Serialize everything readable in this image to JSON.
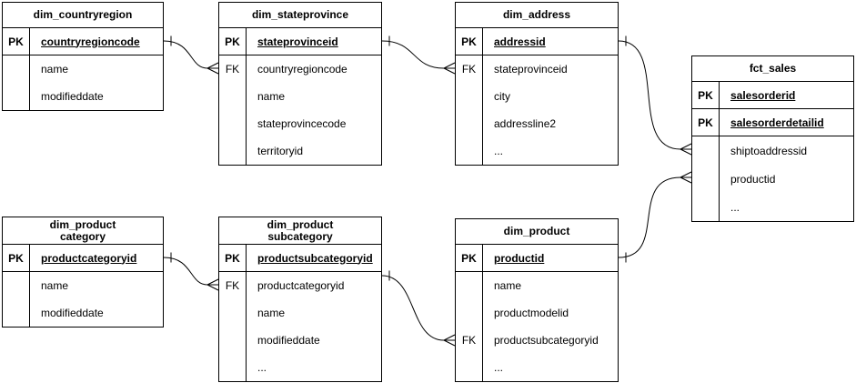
{
  "diagram": {
    "kind": "entity-relationship-diagram",
    "notation": "crows-foot",
    "colors": {
      "background": "#ffffff",
      "stroke": "#000000",
      "text": "#000000"
    }
  },
  "tables": [
    {
      "title": "dim_countryregion",
      "rows": [
        {
          "key": "PK",
          "name": "countryregioncode"
        },
        {
          "key": "",
          "name": "name"
        },
        {
          "key": "",
          "name": "modifieddate"
        }
      ]
    },
    {
      "title": "dim_stateprovince",
      "rows": [
        {
          "key": "PK",
          "name": "stateprovinceid"
        },
        {
          "key": "FK",
          "name": "countryregioncode"
        },
        {
          "key": "",
          "name": "name"
        },
        {
          "key": "",
          "name": "stateprovincecode"
        },
        {
          "key": "",
          "name": "territoryid"
        }
      ]
    },
    {
      "title": "dim_address",
      "rows": [
        {
          "key": "PK",
          "name": "addressid"
        },
        {
          "key": "FK",
          "name": "stateprovinceid"
        },
        {
          "key": "",
          "name": "city"
        },
        {
          "key": "",
          "name": "addressline2"
        },
        {
          "key": "",
          "name": "..."
        }
      ]
    },
    {
      "title": "fct_sales",
      "rows": [
        {
          "key": "PK",
          "name": "salesorderid"
        },
        {
          "key": "PK",
          "name": "salesorderdetailid"
        },
        {
          "key": "",
          "name": "shiptoaddressid"
        },
        {
          "key": "",
          "name": "productid"
        },
        {
          "key": "",
          "name": "..."
        }
      ]
    },
    {
      "title": "dim_product\ncategory",
      "rows": [
        {
          "key": "PK",
          "name": "productcategoryid"
        },
        {
          "key": "",
          "name": "name"
        },
        {
          "key": "",
          "name": "modifieddate"
        }
      ]
    },
    {
      "title": "dim_product\nsubcategory",
      "rows": [
        {
          "key": "PK",
          "name": "productsubcategoryid"
        },
        {
          "key": "FK",
          "name": "productcategoryid"
        },
        {
          "key": "",
          "name": "name"
        },
        {
          "key": "",
          "name": "modifieddate"
        },
        {
          "key": "",
          "name": "..."
        }
      ]
    },
    {
      "title": "dim_product",
      "rows": [
        {
          "key": "PK",
          "name": "productid"
        },
        {
          "key": "",
          "name": "name"
        },
        {
          "key": "",
          "name": "productmodelid"
        },
        {
          "key": "FK",
          "name": "productsubcategoryid"
        },
        {
          "key": "",
          "name": "..."
        }
      ]
    }
  ],
  "relationships": [
    {
      "from_table": "dim_countryregion",
      "from_field": "countryregioncode",
      "from_cardinality": "one",
      "to_table": "dim_stateprovince",
      "to_field": "countryregioncode",
      "to_cardinality": "many"
    },
    {
      "from_table": "dim_stateprovince",
      "from_field": "stateprovinceid",
      "from_cardinality": "one",
      "to_table": "dim_address",
      "to_field": "stateprovinceid",
      "to_cardinality": "many"
    },
    {
      "from_table": "dim_address",
      "from_field": "addressid",
      "from_cardinality": "one",
      "to_table": "fct_sales",
      "to_field": "shiptoaddressid",
      "to_cardinality": "many"
    },
    {
      "from_table": "dim_product",
      "from_field": "productid",
      "from_cardinality": "one",
      "to_table": "fct_sales",
      "to_field": "productid",
      "to_cardinality": "many"
    },
    {
      "from_table": "dim_product category",
      "from_field": "productcategoryid",
      "from_cardinality": "one",
      "to_table": "dim_product subcategory",
      "to_field": "productcategoryid",
      "to_cardinality": "many"
    },
    {
      "from_table": "dim_product subcategory",
      "from_field": "productsubcategoryid",
      "from_cardinality": "one",
      "to_table": "dim_product",
      "to_field": "productsubcategoryid",
      "to_cardinality": "many"
    }
  ]
}
